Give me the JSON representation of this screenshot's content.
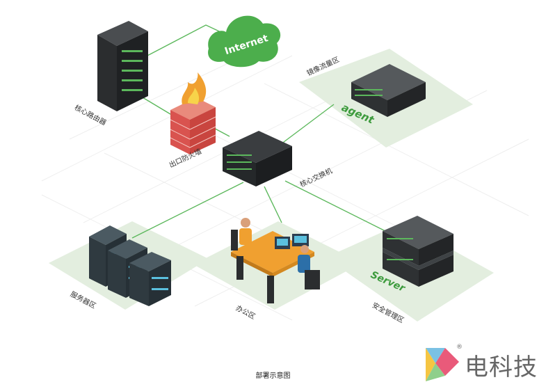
{
  "diagram": {
    "internet_label": "Internet",
    "agent_label": "agent",
    "server_label": "Server",
    "zones": {
      "core_router": "核心路由器",
      "exit_firewall": "出口防火墙",
      "core_switch": "核心交换机",
      "mirror_traffic": "镜像流量区",
      "server_zone": "服务器区",
      "office_zone": "办公区",
      "security_mgmt": "安全管理区"
    }
  },
  "caption": "部署示意图",
  "brand": {
    "name": "电科技",
    "registered_mark": "®"
  },
  "colors": {
    "link_line": "#5cb85c",
    "zone_fill": "#e3eedf",
    "cloud": "#4cae4c",
    "accent_green": "#3d9b3d"
  }
}
